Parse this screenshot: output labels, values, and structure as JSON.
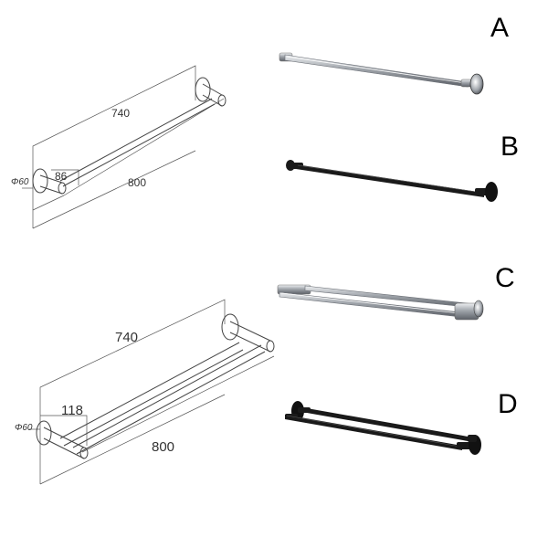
{
  "drawing_single": {
    "dim_length": "740",
    "dim_overall": "800",
    "dim_depth": "86",
    "dim_diameter": "Φ60"
  },
  "drawing_double": {
    "dim_length": "740",
    "dim_overall": "800",
    "dim_depth": "118",
    "dim_diameter": "Φ60"
  },
  "options": [
    {
      "label": "A",
      "finish": "chrome",
      "type": "single bar"
    },
    {
      "label": "B",
      "finish": "black",
      "type": "single bar"
    },
    {
      "label": "C",
      "finish": "chrome",
      "type": "double bar"
    },
    {
      "label": "D",
      "finish": "black",
      "type": "double bar"
    }
  ],
  "colors": {
    "chrome": "#c9ccd0",
    "chrome_highlight": "#ffffff",
    "black": "#1a1a1a",
    "drawing_line": "#444444"
  }
}
